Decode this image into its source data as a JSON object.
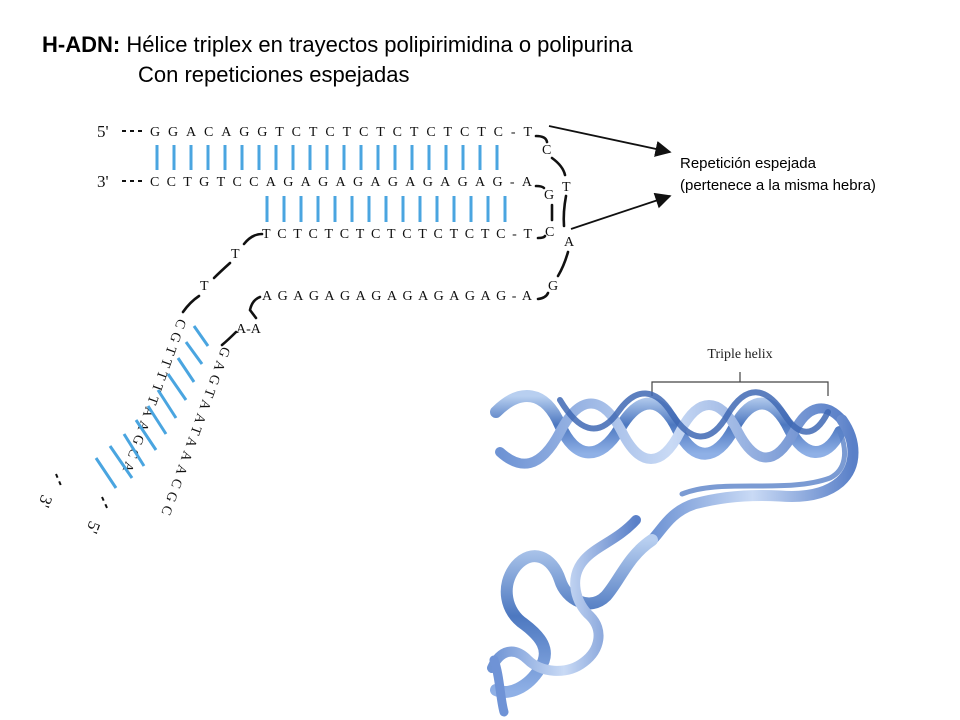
{
  "title": {
    "bold": "H-ADN:",
    "line1": " Hélice triplex en trayectos polipirimidina  o polipurina",
    "line2": "Con repeticiones espejadas"
  },
  "annotation": {
    "line1": "Repetición espejada",
    "line2": "(pertenece a la misma hebra)"
  },
  "diagram": {
    "prime5_top": "5'",
    "prime3_mid": "3'",
    "prime3_bottom": "3'",
    "prime5_bottom": "5'",
    "row1": "GGACAGGTCTCTCTCTCTCTC-T",
    "row2": "CCTGTCCAGAGAGAGAGAGAG-A",
    "row3": "TCTCTCTCTCTCTCTC-T",
    "row4": "AGAGAGAGAGAGAGAG-A",
    "loop": [
      "C",
      "T",
      "G",
      "C",
      "A",
      "G"
    ],
    "linker_t1": "T",
    "linker_t2": "T",
    "linker_aa": "A-A",
    "tail_left": "CGTTTTTAAGCA",
    "tail_right": "GAGTAATAAACGC"
  },
  "figure": {
    "triple_helix_label": "Triple helix"
  }
}
